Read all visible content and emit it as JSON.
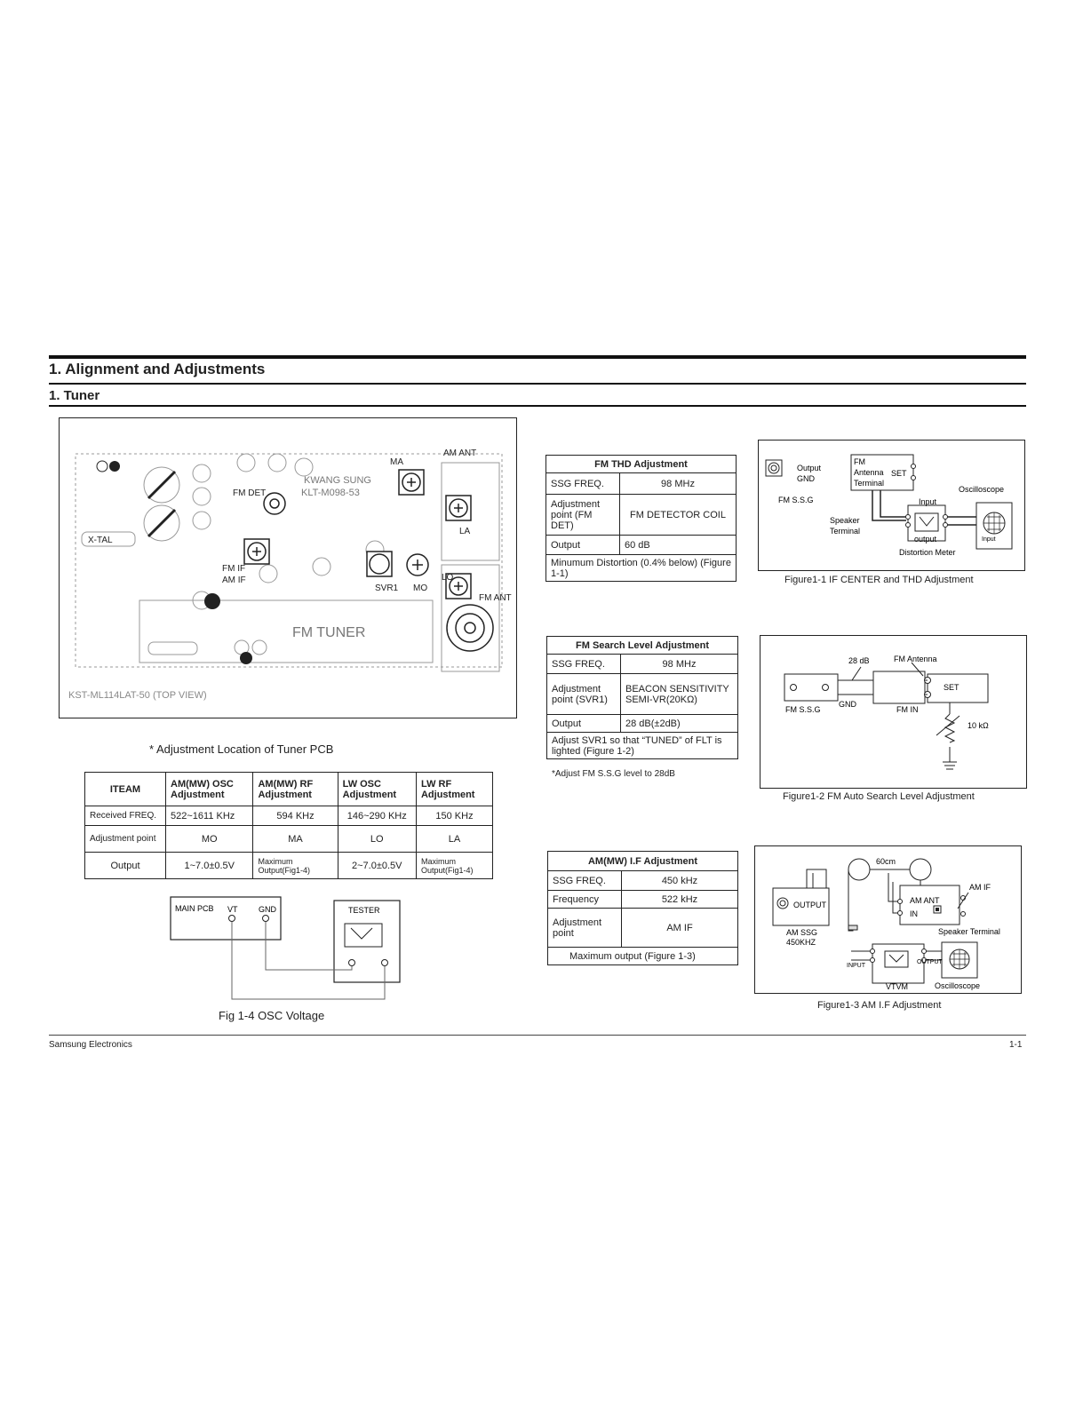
{
  "heading": {
    "main": "1. Alignment and Adjustments",
    "section": "1. Tuner"
  },
  "pcb": {
    "caption": "* Adjustment Location of Tuner PCB",
    "title": "FM TUNER",
    "brand": "KWANG SUNG",
    "model": "KLT-M098-53",
    "view_label": "KST-ML114LAT-50 (TOP VIEW)",
    "labels": [
      "FM DET",
      "MA",
      "AM ANT",
      "LA",
      "LO",
      "MO",
      "SVR1",
      "X-TAL",
      "FM ANT",
      "FM IF",
      "AM IF"
    ]
  },
  "adj_table": {
    "headers": [
      "ITEAM",
      "AM(MW) OSC Adjustment",
      "AM(MW) RF Adjustment",
      "LW OSC Adjustment",
      "LW RF Adjustment"
    ],
    "rows": [
      [
        "Received FREQ.",
        "522~1611 KHz",
        "594 KHz",
        "146~290 KHz",
        "150 KHz"
      ],
      [
        "Adjustment point",
        "MO",
        "MA",
        "LO",
        "LA"
      ],
      [
        "Output",
        "1~7.0±0.5V",
        "Maximum Output(Fig1-4)",
        "2~7.0±0.5V",
        "Maximum Output(Fig1-4)"
      ]
    ]
  },
  "fig14": {
    "caption": "Fig 1-4 OSC Voltage",
    "main_pcb": "MAIN PCB",
    "vt": "VT",
    "gnd": "GND",
    "tester": "TESTER"
  },
  "fm_thd": {
    "title": "FM THD Adjustment",
    "rows": [
      [
        "SSG FREQ.",
        "98 MHz"
      ],
      [
        "Adjustment point (FM DET)",
        "FM DETECTOR COIL"
      ],
      [
        "Output",
        "60 dB"
      ]
    ],
    "note": "Minumum Distortion (0.4% below) (Figure 1-1)"
  },
  "fig11": {
    "caption": "Figure1-1  IF CENTER and THD Adjustment",
    "output_gnd": "Output GND",
    "fm_ssg": "FM S.S.G",
    "fm_antenna_terminal": "FM Antenna Terminal",
    "set": "SET",
    "oscilloscope": "Oscilloscope",
    "input": "Input",
    "speaker_terminal": "Speaker Terminal",
    "output": "output",
    "distortion_meter": "Distortion Meter",
    "input2": "Input"
  },
  "fm_search": {
    "title": "FM Search Level Adjustment",
    "rows": [
      [
        "SSG FREQ.",
        "98 MHz"
      ],
      [
        "Adjustment point (SVR1)",
        "BEACON SENSITIVITY SEMI-VR(20KΩ)"
      ],
      [
        "Output",
        "28 dB(±2dB)"
      ]
    ],
    "note": "Adjust SVR1 so that “TUNED” of  FLT is lighted (Figure 1-2)",
    "footnote": "*Adjust FM S.S.G level to 28dB"
  },
  "fig12": {
    "caption": "Figure1-2  FM Auto Search Level Adjustment",
    "db28": "28 dB",
    "fm_antenna": "FM Antenna",
    "set": "SET",
    "fm_ssg": "FM S.S.G",
    "gnd": "GND",
    "fm_in": "FM  IN",
    "resistor": "10 kΩ"
  },
  "am_if": {
    "title": "AM(MW) I.F Adjustment",
    "rows": [
      [
        "SSG FREQ.",
        "450 kHz"
      ],
      [
        "Frequency",
        "522 kHz"
      ],
      [
        "Adjustment point",
        "AM IF"
      ]
    ],
    "note": "Maximum output (Figure 1-3)"
  },
  "fig13": {
    "caption": "Figure1-3  AM I.F Adjustment",
    "cm60": "60cm",
    "am_if": "AM IF",
    "output": "OUTPUT",
    "am_ant_in": "AM ANT IN",
    "am_ssg": "AM SSG 450KHZ",
    "speaker_terminal": "Speaker Terminal",
    "input": "INPUT",
    "output2": "OUTPUT",
    "vtvm": "VTVM",
    "oscilloscope": "Oscilloscope"
  },
  "footer": {
    "left": "Samsung Electronics",
    "right": "1-1"
  }
}
